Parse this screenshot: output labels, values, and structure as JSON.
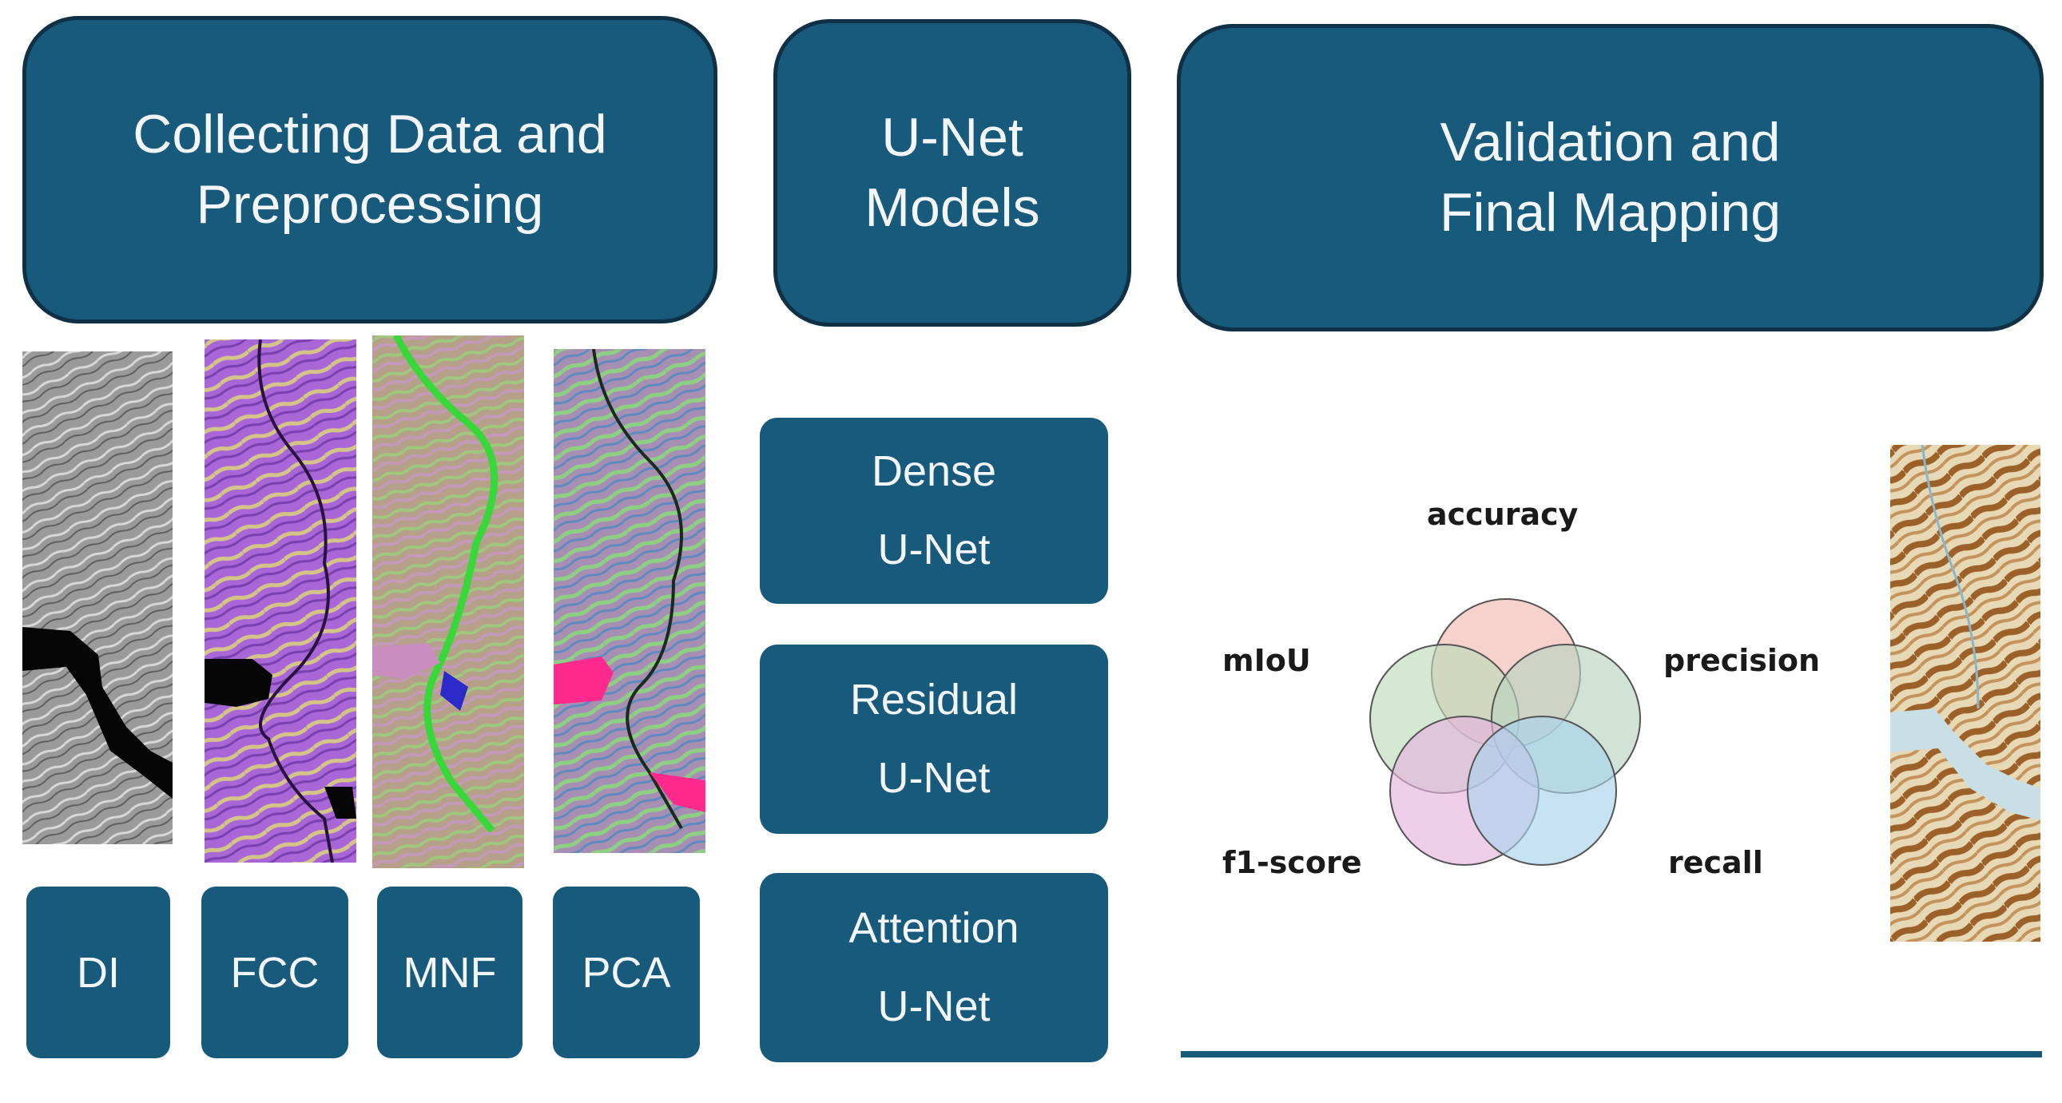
{
  "headers": {
    "collecting": "Collecting Data and Preprocessing",
    "models": "U-Net Models",
    "validation": "Validation and Final Mapping"
  },
  "methods": [
    "DI",
    "FCC",
    "MNF",
    "PCA"
  ],
  "models": [
    {
      "line1": "Dense",
      "line2": "U-Net"
    },
    {
      "line1": "Residual",
      "line2": "U-Net"
    },
    {
      "line1": "Attention",
      "line2": "U-Net"
    }
  ],
  "metrics": {
    "accuracy": "accuracy",
    "precision": "precision",
    "miou": "mIoU",
    "f1": "f1-score",
    "recall": "recall"
  },
  "colors": {
    "box_fill": "#175a7c",
    "box_border": "#0f3045",
    "venn": [
      "#f2b9b0",
      "#bfdcb8",
      "#b9d4c2",
      "#e6b4de",
      "#a9d2ec"
    ]
  }
}
